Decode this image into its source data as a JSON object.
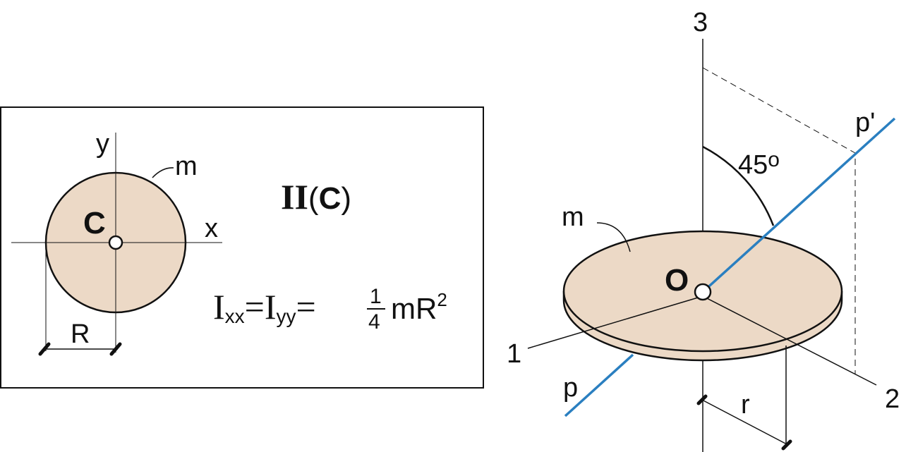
{
  "colors": {
    "disc_fill": "#ecd9c6",
    "stroke": "#111111",
    "axis_blue": "#2a7fc0",
    "background": "#ffffff"
  },
  "left_panel": {
    "axis_y": "y",
    "axis_x": "x",
    "mass": "m",
    "center": "C",
    "radius": "R",
    "title_main": "II",
    "title_paren_open": "(",
    "title_point": "C",
    "title_paren_close": ")",
    "formula": {
      "i1": "I",
      "s1": "xx",
      "eq1": "=",
      "i2": "I",
      "s2": "yy",
      "eq2": "=",
      "num": "1",
      "den": "4",
      "rest": "mR",
      "exp": "2"
    }
  },
  "right_panel": {
    "axis_3": "3",
    "axis_1": "1",
    "axis_2": "2",
    "line_p": "p",
    "line_p_prime": "p'",
    "angle": "45",
    "angle_unit": "o",
    "mass": "m",
    "origin": "O",
    "radius": "r"
  }
}
